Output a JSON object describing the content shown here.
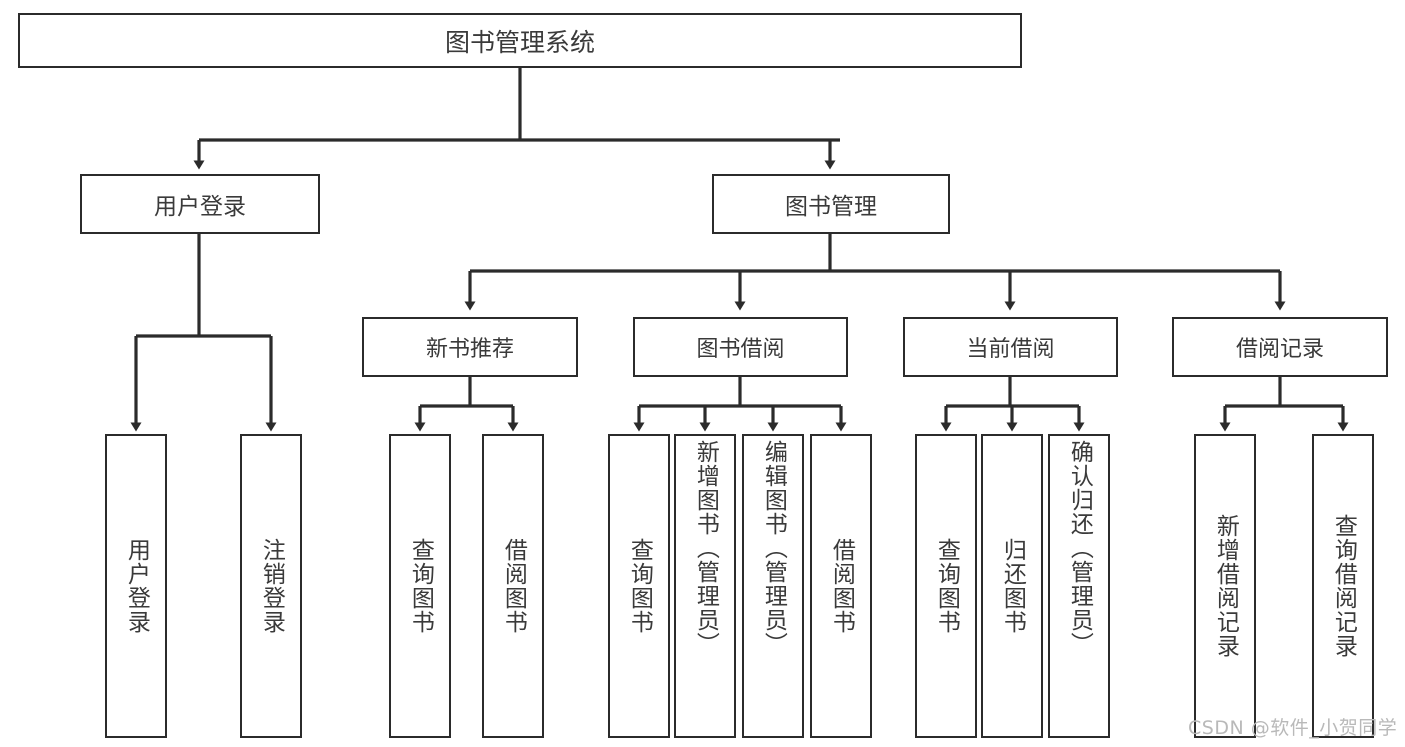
{
  "diagram": {
    "title": "图书管理系统",
    "type": "hierarchy-tree",
    "orientation": "top-down",
    "levels": 4,
    "colors": {
      "box_border": "#2b2b2b",
      "box_fill": "#ffffff",
      "text": "#3a3a3a",
      "connector": "#2b2b2b",
      "watermark": "#b9b9b9",
      "background": "#ffffff"
    }
  },
  "root": {
    "label": "图书管理系统"
  },
  "tier1": [
    {
      "label": "用户登录"
    },
    {
      "label": "图书管理"
    }
  ],
  "tier2": [
    {
      "label": "新书推荐"
    },
    {
      "label": "图书借阅"
    },
    {
      "label": "当前借阅"
    },
    {
      "label": "借阅记录"
    }
  ],
  "leaves": {
    "user_login": [
      {
        "label": "用户登录"
      },
      {
        "label": "注销登录"
      }
    ],
    "new_book_recommend": [
      {
        "label": "查询图书"
      },
      {
        "label": "借阅图书"
      }
    ],
    "book_borrow": [
      {
        "label": "查询图书"
      },
      {
        "label": "新增图书（管理员）"
      },
      {
        "label": "编辑图书（管理员）"
      },
      {
        "label": "借阅图书"
      }
    ],
    "current_borrow": [
      {
        "label": "查询图书"
      },
      {
        "label": "归还图书"
      },
      {
        "label": "确认归还（管理员）"
      }
    ],
    "borrow_record": [
      {
        "label": "新增借阅记录"
      },
      {
        "label": "查询借阅记录"
      }
    ]
  },
  "watermark": {
    "text": "CSDN @软件_小贺同学"
  }
}
